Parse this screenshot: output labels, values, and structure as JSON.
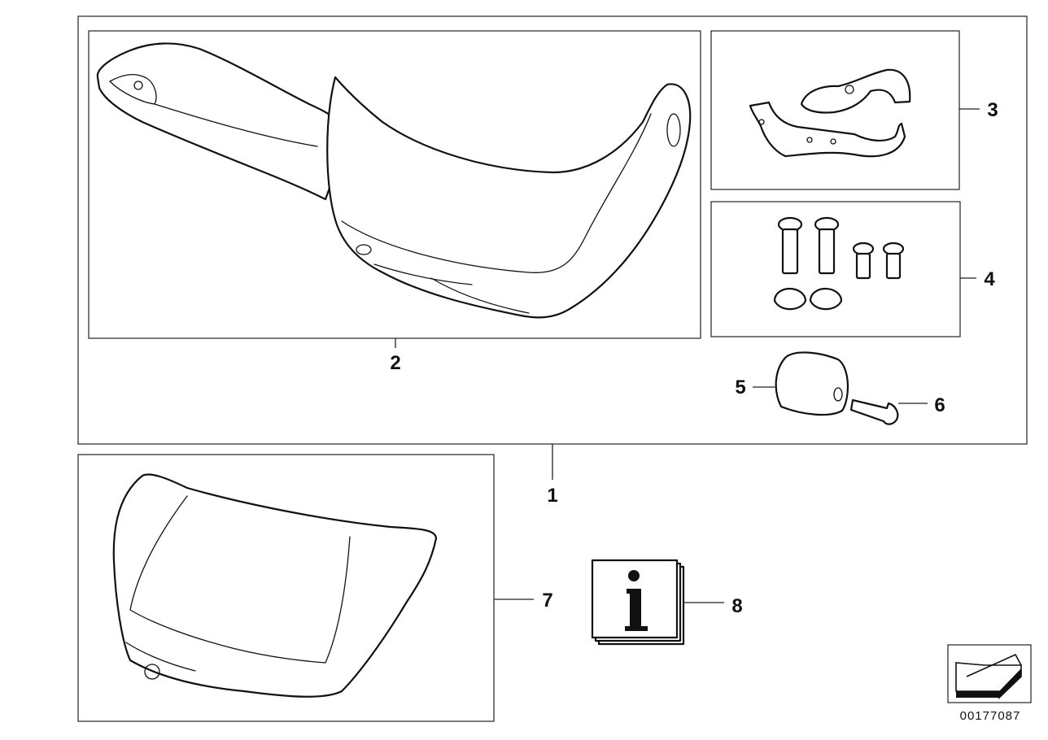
{
  "callouts": {
    "c1": "1",
    "c2": "2",
    "c3": "3",
    "c4": "4",
    "c5": "5",
    "c6": "6",
    "c7": "7",
    "c8": "8"
  },
  "info_symbol": "i",
  "document_number": "00177087",
  "icons": {
    "info": "info-book-icon",
    "orientation": "direction-arrow-icon"
  }
}
